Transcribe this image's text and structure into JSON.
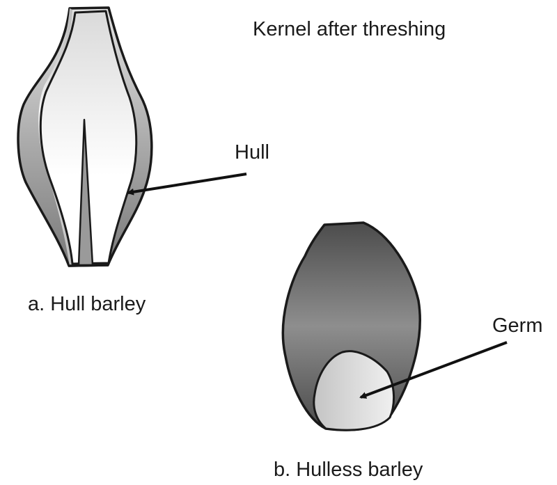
{
  "title": "Kernel after threshing",
  "labels": {
    "hull": "Hull",
    "germ": "Germ",
    "hull_barley": "a. Hull barley",
    "hulless_barley": "b. Hulless barley"
  },
  "colors": {
    "outline": "#1a1a1a",
    "hull_dark": "#8a8a8a",
    "hull_light": "#f7f7f7",
    "kernel_dark": "#4a4a4a",
    "kernel_light": "#c2c2c2",
    "germ_dark": "#bdbdbd",
    "germ_light": "#f0f0f0"
  }
}
